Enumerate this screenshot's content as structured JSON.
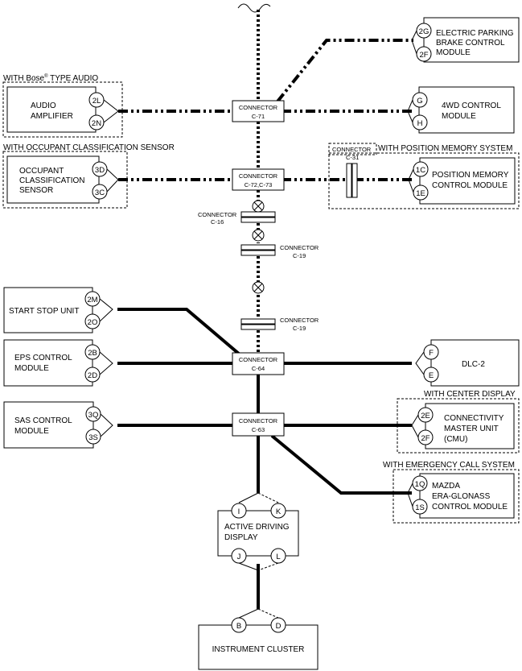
{
  "modules": {
    "epb": {
      "line1": "ELECTRIC PARKING",
      "line2": "BRAKE CONTROL",
      "line3": "MODULE",
      "pin_a": "2G",
      "pin_b": "2F"
    },
    "audio": {
      "line1": "AUDIO",
      "line2": "AMPLIFIER",
      "pin_a": "2L",
      "pin_b": "2N"
    },
    "fourwd": {
      "line1": "4WD CONTROL",
      "line2": "MODULE",
      "pin_a": "G",
      "pin_b": "H"
    },
    "ocs": {
      "line1": "OCCUPANT",
      "line2": "CLASSIFICATION",
      "line3": "SENSOR",
      "pin_a": "3D",
      "pin_b": "3C"
    },
    "posmem": {
      "line1": "POSITION MEMORY",
      "line2": "CONTROL MODULE",
      "pin_a": "1C",
      "pin_b": "1E"
    },
    "start_stop": {
      "line1": "START STOP UNIT",
      "pin_a": "2M",
      "pin_b": "2O"
    },
    "eps": {
      "line1": "EPS CONTROL",
      "line2": "MODULE",
      "pin_a": "2B",
      "pin_b": "2D"
    },
    "dlc": {
      "line1": "DLC-2",
      "pin_a": "F",
      "pin_b": "E"
    },
    "sas": {
      "line1": "SAS CONTROL",
      "line2": "MODULE",
      "pin_a": "3Q",
      "pin_b": "3S"
    },
    "cmu": {
      "line1": "CONNECTIVITY",
      "line2": "MASTER UNIT",
      "line3": "(CMU)",
      "pin_a": "2E",
      "pin_b": "2F"
    },
    "era": {
      "line1": "MAZDA",
      "line2": "ERA-GLONASS",
      "line3": "CONTROL MODULE",
      "pin_a": "1Q",
      "pin_b": "1S"
    },
    "add": {
      "line1": "ACTIVE DRIVING",
      "line2": "DISPLAY",
      "pin_tl": "I",
      "pin_tr": "K",
      "pin_bl": "J",
      "pin_br": "L"
    },
    "cluster": {
      "line1": "INSTRUMENT CLUSTER",
      "pin_a": "B",
      "pin_b": "D"
    }
  },
  "groups": {
    "bose_prefix": "WITH Bose",
    "bose_reg": "®",
    "bose_suffix": " TYPE AUDIO",
    "ocs": "WITH OCCUPANT CLASSIFICATION SENSOR",
    "posmem": "WITH POSITION MEMORY SYSTEM",
    "center_display": "WITH CENTER DISPLAY",
    "emergency": "WITH EMERGENCY CALL SYSTEM"
  },
  "connectors": {
    "c71": {
      "line1": "CONNECTOR",
      "line2": "C-71"
    },
    "c72": {
      "line1": "CONNECTOR",
      "line2": "C-72,C-73"
    },
    "c64": {
      "line1": "CONNECTOR",
      "line2": "C-64"
    },
    "c63": {
      "line1": "CONNECTOR",
      "line2": "C-63"
    },
    "c16": {
      "line1": "CONNECTOR",
      "line2": "C-16"
    },
    "c19a": {
      "line1": "CONNECTOR",
      "line2": "C-19"
    },
    "c19b": {
      "line1": "CONNECTOR",
      "line2": "C-19"
    },
    "c31": {
      "line1": "CONNECTOR",
      "line2": "C-31"
    }
  }
}
